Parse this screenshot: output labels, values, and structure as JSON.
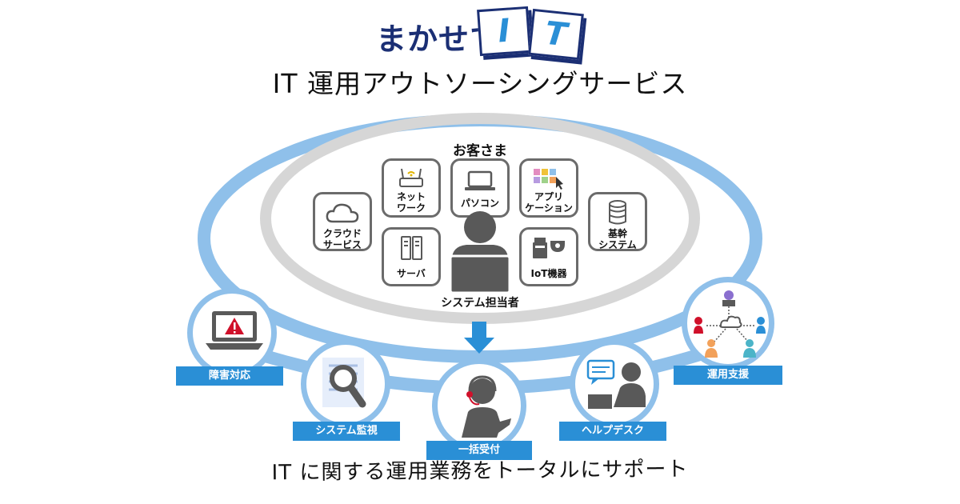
{
  "logo": {
    "prefix": "まかせて",
    "tile1": "I",
    "tile2": "T"
  },
  "headline": "IT 運用アウトソーシングサービス",
  "customer": {
    "label": "お客さま",
    "staff_label": "システム担当者",
    "items": {
      "cloud": "クラウド\nサービス",
      "network": "ネット\nワーク",
      "pc": "パソコン",
      "apps": "アプリ\nケーション",
      "core": "基幹\nシステム",
      "server": "サーバ",
      "iot": "IoT機器"
    }
  },
  "services": {
    "incident": "障害対応",
    "monitoring": "システム監視",
    "reception": "一括受付",
    "helpdesk": "ヘルプデスク",
    "ops_support": "運用支援"
  },
  "tagline": "IT に関する運用業務をトータルにサポート",
  "colors": {
    "navy": "#1b2f74",
    "blue": "#2a8fd6",
    "light_blue": "#8fc0ea",
    "gray": "#d6d6d6",
    "icon_gray": "#595959",
    "alert_red": "#d0102a"
  }
}
